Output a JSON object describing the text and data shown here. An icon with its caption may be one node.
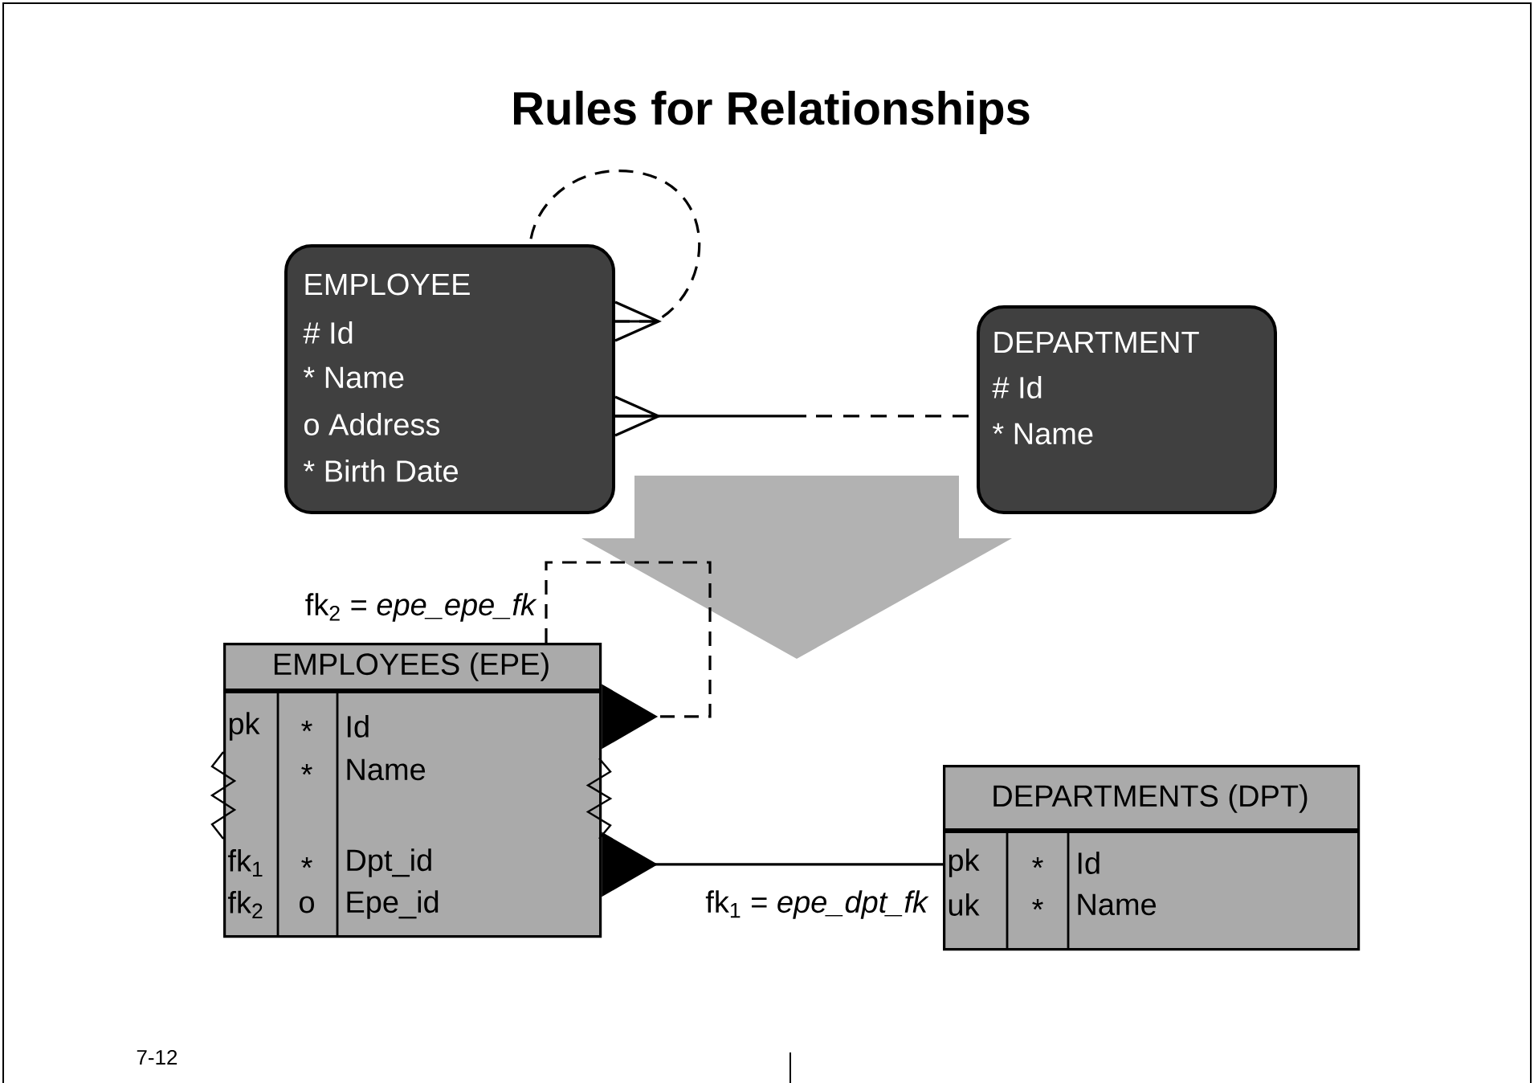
{
  "diagram": {
    "title": "Rules for Relationships",
    "nodes": [
      {
        "text": [
          "EMPLOYEE",
          "# Id",
          "* Name",
          "o Address",
          "* Birth Date"
        ]
      },
      {
        "text": [
          "DEPARTMENT",
          "# Id",
          "* Name"
        ]
      },
      {
        "text": [
          "EMPLOYEES (EPE)",
          "pk",
          "*",
          "Id",
          "*",
          "Name",
          "fk$_{1}$",
          "*",
          "Dpt_id",
          "fk$_{2}$",
          "o",
          "Epe_id"
        ]
      },
      {
        "text": [
          "DEPARTMENTS (DPT)",
          "pk",
          "*",
          "Id",
          "uk",
          "*",
          "Name"
        ]
      }
    ],
    "edges": [
      {
        "from": 0,
        "to": 0,
        "arrow": "other",
        "style": "dashed"
      },
      {
        "from": 0,
        "to": 1,
        "arrow": "other",
        "style": "dashed"
      },
      {
        "from": 2,
        "to": 2,
        "arrow": "other",
        "style": "dashed",
        "label": "fk$_{2}$ = *epe_epe_fk*"
      },
      {
        "from": 3,
        "to": 2,
        "arrow": "other",
        "label": "fk$_{1}$ = *epe_dpt_fk*"
      }
    ],
    "labels": [
      "7-12"
    ]
  }
}
